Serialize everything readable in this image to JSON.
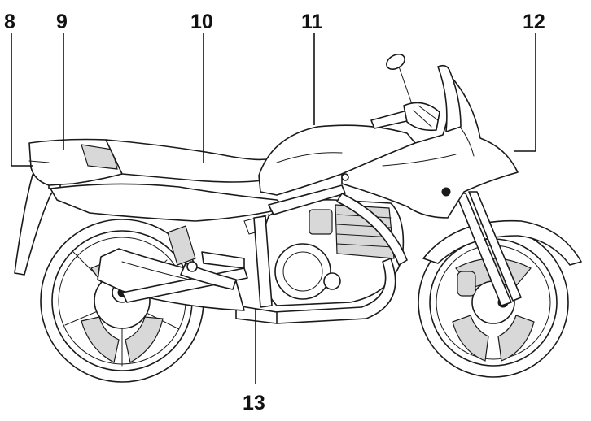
{
  "callouts": [
    {
      "id": "8",
      "label": "8"
    },
    {
      "id": "9",
      "label": "9"
    },
    {
      "id": "10",
      "label": "10"
    },
    {
      "id": "11",
      "label": "11"
    },
    {
      "id": "12",
      "label": "12"
    },
    {
      "id": "13",
      "label": "13"
    }
  ],
  "colors": {
    "ink": "#1a1a1a",
    "background": "#ffffff"
  }
}
